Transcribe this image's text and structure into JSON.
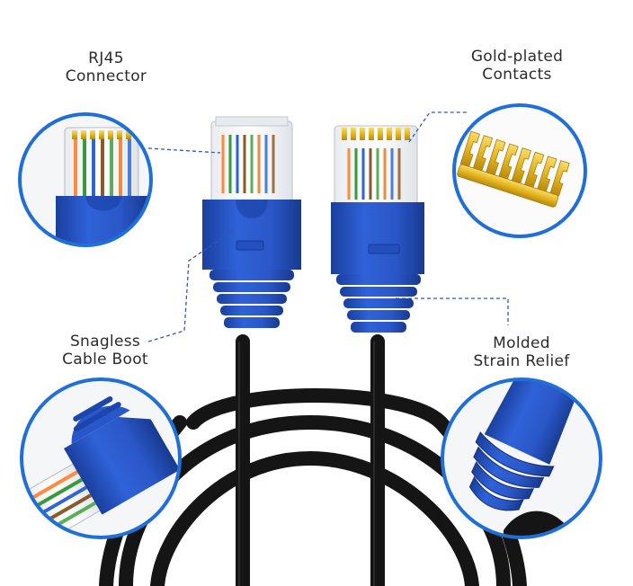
{
  "labels": {
    "rj45": {
      "line1": "RJ45",
      "line2": "Connector"
    },
    "gold": {
      "line1": "Gold-plated",
      "line2": "Contacts"
    },
    "boot": {
      "line1": "Snagless",
      "line2": "Cable Boot"
    },
    "strain": {
      "line1": "Molded",
      "line2": "Strain Relief"
    }
  },
  "colors": {
    "accent_blue": "#1f6fd6",
    "boot_blue": "#2453c4",
    "cable_black": "#151515",
    "gold": "#e4b61e",
    "label_text": "#2b2b2b"
  },
  "icons": [
    "rj45-detail-photo",
    "gold-contacts-photo",
    "cable-boot-photo",
    "strain-relief-photo"
  ]
}
